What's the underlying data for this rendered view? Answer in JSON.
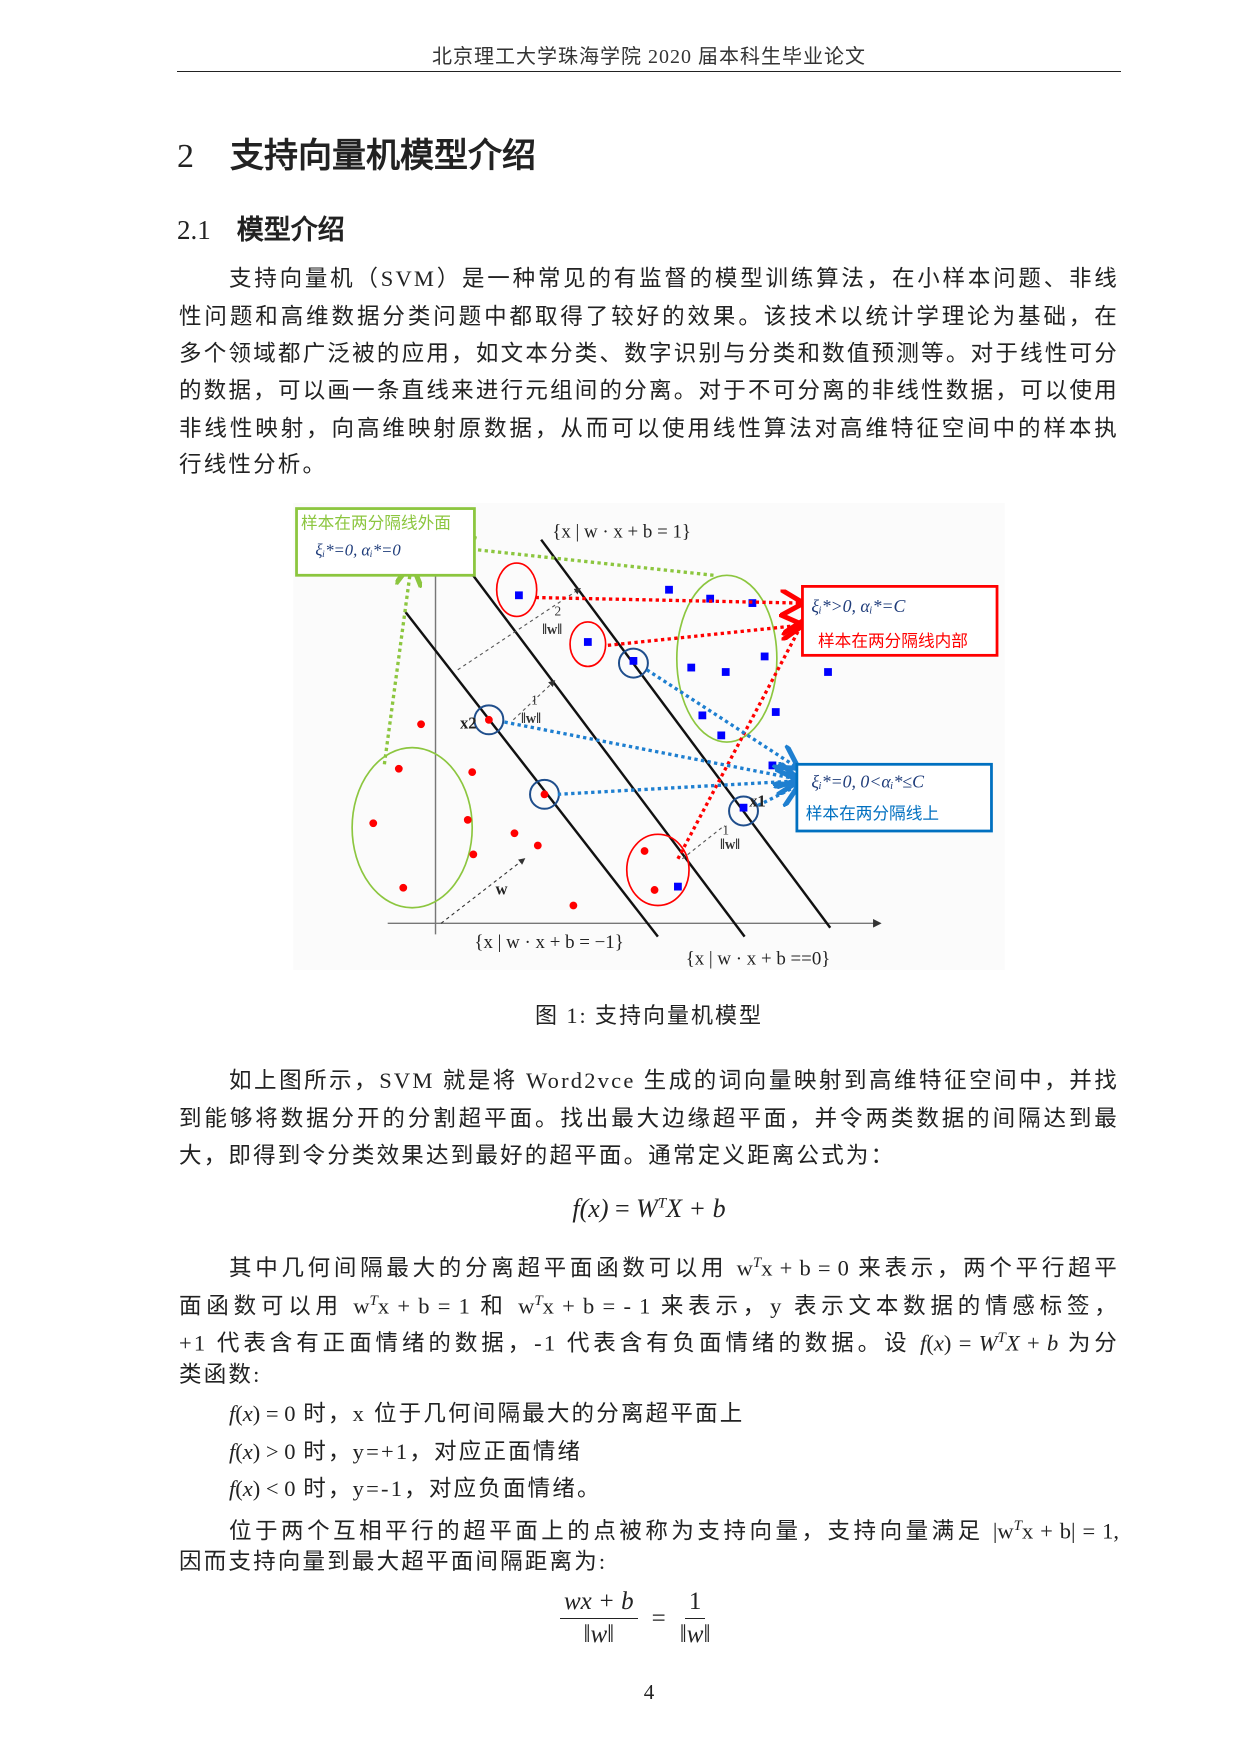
{
  "header": "北京理工大学珠海学院 2020 届本科生毕业论文",
  "chapter": {
    "num": "2",
    "title": "支持向量机模型介绍"
  },
  "section": {
    "num": "2.1",
    "title": "模型介绍"
  },
  "blocks": [
    {
      "lines": [
        {
          "ind": true,
          "full": true,
          "seg": [
            "支持向量机（SVM）是一种常见的有监督的模型训练算法，在小样本问题、非线"
          ]
        },
        {
          "full": true,
          "seg": [
            "性问题和高维数据分类问题中都取得了较好的效果。该技术以统计学理论为基础，在"
          ]
        },
        {
          "full": true,
          "seg": [
            "多个领域都广泛被的应用，如文本分类、数字识别与分类和数值预测等。对于线性可分"
          ]
        },
        {
          "full": true,
          "seg": [
            "的数据，可以画一条直线来进行元组间的分离。对于不可分离的非线性数据，可以使用"
          ]
        },
        {
          "full": true,
          "seg": [
            "非线性映射，向高维映射原数据，从而可以使用线性算法对高维特征空间中的样本执"
          ]
        },
        {
          "seg": [
            "行线性分析。"
          ]
        }
      ]
    },
    {
      "lines": [
        {
          "ind": true,
          "full": true,
          "seg": [
            "如上图所示，SVM 就是将 Word2vce 生成的词向量映射到高维特征空间中，并找"
          ]
        },
        {
          "full": true,
          "seg": [
            "到能够将数据分开的分割超平面。找出最大边缘超平面，并令两类数据的间隔达到最"
          ]
        },
        {
          "seg": [
            "大，即得到令分类效果达到最好的超平面。通常定义距离公式为："
          ]
        }
      ]
    },
    {
      "lines": [
        {
          "ind": true,
          "full": true,
          "seg": [
            "其中几何间隔最大的分离超平面函数可以用 ",
            {
              "r": "w"
            },
            {
              "sup": "T"
            },
            {
              "r": "x + b = 0"
            },
            " 来表示，两个平行超平"
          ]
        },
        {
          "full": true,
          "seg": [
            "面函数可以用 ",
            {
              "r": "w"
            },
            {
              "sup": "T"
            },
            {
              "r": "x + b = 1"
            },
            " 和 ",
            {
              "r": "w"
            },
            {
              "sup": "T"
            },
            {
              "r": "x + b = - 1"
            },
            " 来表示，y 表示文本数据的情感标签，"
          ]
        },
        {
          "full": true,
          "seg": [
            "+1 代表含有正面情绪的数据，-1 代表含有负面情绪的数据。设 ",
            {
              "m": "f"
            },
            {
              "r": "("
            },
            {
              "m": "x"
            },
            {
              "r": ") = "
            },
            {
              "m": "W"
            },
            {
              "sup": "T"
            },
            {
              "m": "X"
            },
            {
              "r": " + "
            },
            {
              "m": "b"
            },
            " 为分"
          ]
        },
        {
          "seg": [
            "类函数:"
          ]
        },
        {
          "ind": true,
          "seg": [
            {
              "m": "f"
            },
            {
              "r": "("
            },
            {
              "m": "x"
            },
            {
              "r": ") = 0"
            },
            " 时，x 位于几何间隔最大的分离超平面上"
          ]
        },
        {
          "ind": true,
          "seg": [
            {
              "m": "f"
            },
            {
              "r": "("
            },
            {
              "m": "x"
            },
            {
              "r": ") > 0"
            },
            " 时，y=+1，对应正面情绪"
          ]
        },
        {
          "ind": true,
          "seg": [
            {
              "m": "f"
            },
            {
              "r": "("
            },
            {
              "m": "x"
            },
            {
              "r": ") < 0"
            },
            " 时，y=-1，对应负面情绪。"
          ]
        },
        {
          "ind": true,
          "full": true,
          "seg": [
            "位于两个互相平行的超平面上的点被称为支持向量，支持向量满足 ",
            {
              "r": "|w"
            },
            {
              "sup": "T"
            },
            {
              "r": "x + b|  = 1,"
            }
          ]
        },
        {
          "seg": [
            "因而支持向量到最大超平面间隔距离为:"
          ]
        }
      ]
    }
  ],
  "figure": {
    "caption": "图 1: 支持向量机模型",
    "green_box": {
      "title": "样本在两分隔线外面",
      "cond": "ξᵢ*=0,  αᵢ*=0"
    },
    "red_box": {
      "cond": "ξᵢ*>0,  αᵢ*=C",
      "title": "样本在两分隔线内部"
    },
    "blue_box": {
      "cond": "ξᵢ*=0,  0<αᵢ*≤C",
      "title": "样本在两分隔线上"
    },
    "line_plus": "{x | w · x + b = 1}",
    "line_minus": "{x | w · x + b = −1}",
    "line_zero": "{x | w · x + b ==0}",
    "margin2": "2",
    "margin1": "1",
    "norm": "‖w‖",
    "x1": "x1",
    "x2": "x2",
    "w": "w",
    "colors": {
      "red": "#ff0000",
      "blue": "#0000ff",
      "navy": "#1f4e8c",
      "green": "#8cc63f",
      "box_blue": "#0070c0"
    }
  },
  "eq1": {
    "f": "f",
    "x": "(x)",
    "eq": " = ",
    "W": "W",
    "T": "T",
    "rest": "X + b"
  },
  "eq2": {
    "num1": "wx + b",
    "den1": "‖w‖",
    "eq": "=",
    "num2": "1",
    "den2": "‖w‖"
  },
  "page_number": "4"
}
